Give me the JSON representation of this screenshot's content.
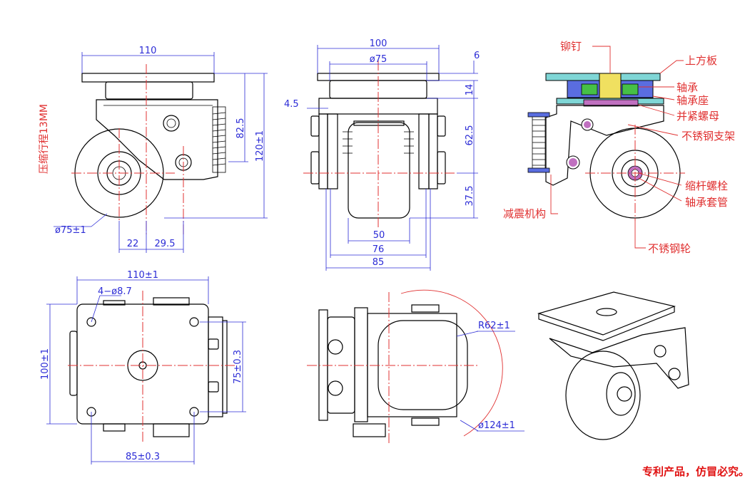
{
  "dims_side": {
    "width_110": "110",
    "h_82_5": "82.5",
    "h_120": "120±1",
    "wheel_dia": "ø75±1",
    "off_22": "22",
    "off_29_5": "29.5",
    "stroke": "压缩行程13MM"
  },
  "dims_front": {
    "w_100": "100",
    "d_75": "ø75",
    "t_6": "6",
    "t_4_5": "4.5",
    "t_14": "14",
    "h_62_5": "62.5",
    "h_37_5": "37.5",
    "w_50": "50",
    "w_76": "76",
    "w_85": "85"
  },
  "parts": {
    "rivet": "铆钉",
    "top_plate": "上方板",
    "bearing": "轴承",
    "bearing_seat": "轴承座",
    "lock_nut": "并紧螺母",
    "bracket": "不锈钢支架",
    "damper": "减震机构",
    "axle_bolt": "缩杆螺栓",
    "bearing_sleeve": "轴承套管",
    "wheel": "不锈钢轮"
  },
  "dims_top": {
    "w_110": "110±1",
    "holes": "4−ø8.7",
    "h_100": "100±1",
    "h_75": "75±0.3",
    "w_85": "85±0.3"
  },
  "dims_rear": {
    "r62": "R62±1",
    "d124": "ø124±1"
  },
  "footer": {
    "notice": "专利产品，仿冒必究。"
  },
  "colors": {
    "dimension": "#2b2bd6",
    "centerline": "#e03030",
    "notice": "#e01010"
  }
}
